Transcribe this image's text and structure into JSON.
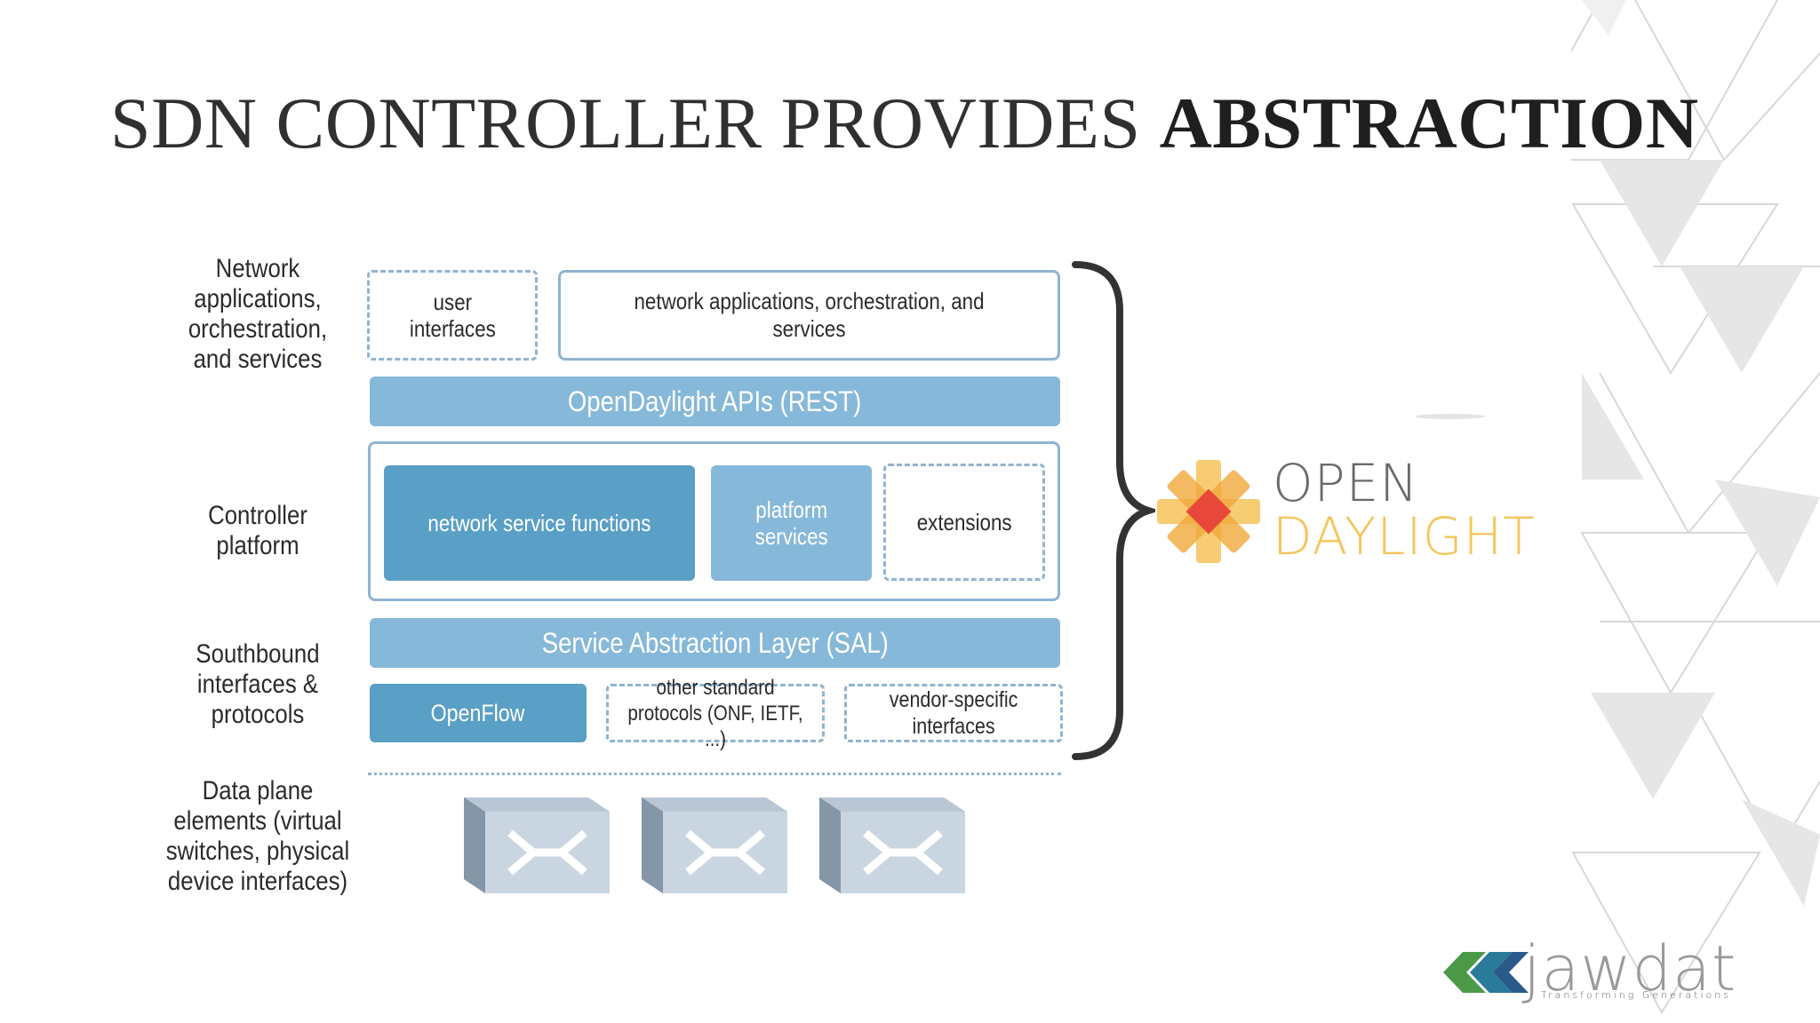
{
  "slide": {
    "title_normal": "SDN CONTROLLER PROVIDES ",
    "title_bold": "ABSTRACTION"
  },
  "diagram": {
    "layer_labels": {
      "apps": [
        "Network",
        "applications,",
        "orchestration,",
        "and services"
      ],
      "controller": [
        "Controller",
        "platform"
      ],
      "southbound": [
        "Southbound",
        "interfaces &",
        "protocols"
      ],
      "dataplane": [
        "Data plane",
        "elements (virtual",
        "switches, physical",
        "device interfaces)"
      ]
    },
    "user_interfaces": [
      "user",
      "interfaces"
    ],
    "network_apps": "network applications, orchestration, and services",
    "apis_bar": "OpenDaylight APIs (REST)",
    "network_service_functions": "network service functions",
    "platform_services": [
      "platform",
      "services"
    ],
    "extensions": "extensions",
    "sal_bar": "Service Abstraction Layer (SAL)",
    "openflow": "OpenFlow",
    "other_protocols": [
      "other standard",
      "protocols (ONF, IETF, ...)"
    ],
    "vendor_specific": [
      "vendor-specific",
      "interfaces"
    ]
  },
  "logos": {
    "opendaylight_line1": "OPEN",
    "opendaylight_line2": "DAYLIGHT",
    "jawdat_name": "jawdat",
    "jawdat_tagline": "Transforming Generations"
  },
  "colors": {
    "blue_light": "#86b8d9",
    "blue_dark": "#5a9fc6",
    "outline": "#8fb4d2",
    "odl_gray": "#6a6a6a",
    "odl_yellow": "#f6c45a",
    "odl_orange": "#f2a93b",
    "odl_red": "#e8483b"
  }
}
